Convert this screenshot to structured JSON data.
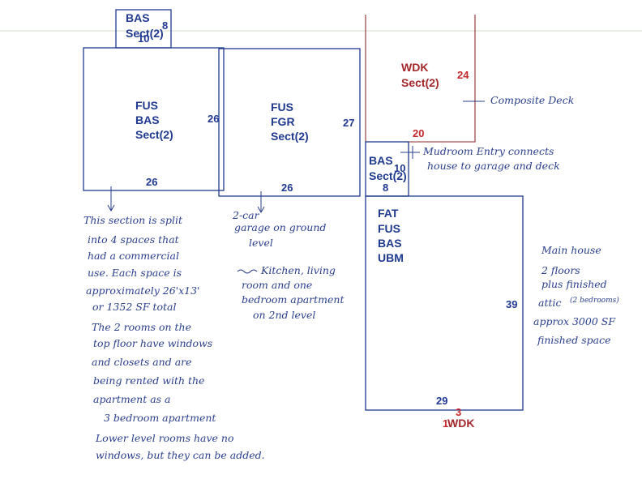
{
  "rooms": {
    "small_top": {
      "label_1": "BAS",
      "label_2": "Sect(2)",
      "dim_right": "8",
      "dim_bottom": "10"
    },
    "left_block": {
      "label_1": "FUS",
      "label_2": "BAS",
      "label_3": "Sect(2)",
      "dim_right": "26",
      "dim_bottom": "26"
    },
    "garage_block": {
      "label_1": "FUS",
      "label_2": "FGR",
      "label_3": "Sect(2)",
      "dim_right": "27",
      "dim_bottom": "26"
    },
    "deck": {
      "label_1": "WDK",
      "label_2": "Sect(2)",
      "dim_right": "24",
      "dim_bottom": "20"
    },
    "mudroom": {
      "label_1": "BAS",
      "label_2": "Sect(2)",
      "dim_right": "10",
      "dim_bottom": "8"
    },
    "main_house": {
      "label_1": "FAT",
      "label_2": "FUS",
      "label_3": "BAS",
      "label_4": "UBM",
      "dim_right": "39",
      "dim_bottom": "29"
    },
    "bottom_wdk": {
      "label": "WDK",
      "dim_top": "3",
      "dim_left": "1"
    }
  },
  "notes": {
    "composite": "Composite Deck",
    "mudroom_1": "Mudroom Entry connects",
    "mudroom_2": "house to garage and deck",
    "left": [
      "This section is split",
      "into 4 spaces that",
      "had a commercial",
      "use. Each space is",
      "approximately 26'x13'",
      "or 1352 SF total",
      "The 2 rooms on the",
      "top floor have windows",
      "and closets and are",
      "being rented with the",
      "apartment as a",
      "3 bedroom apartment",
      "Lower level rooms have no",
      "windows, but they can be added."
    ],
    "garage_small": "2-car",
    "garage": [
      "garage on ground",
      "level",
      "Kitchen, living",
      "room and one",
      "bedroom apartment",
      "on 2nd level"
    ],
    "main": [
      "Main house",
      "2 floors",
      "plus finished",
      "attic",
      "(2 bedrooms)",
      "approx 3000 SF",
      "finished space"
    ]
  }
}
